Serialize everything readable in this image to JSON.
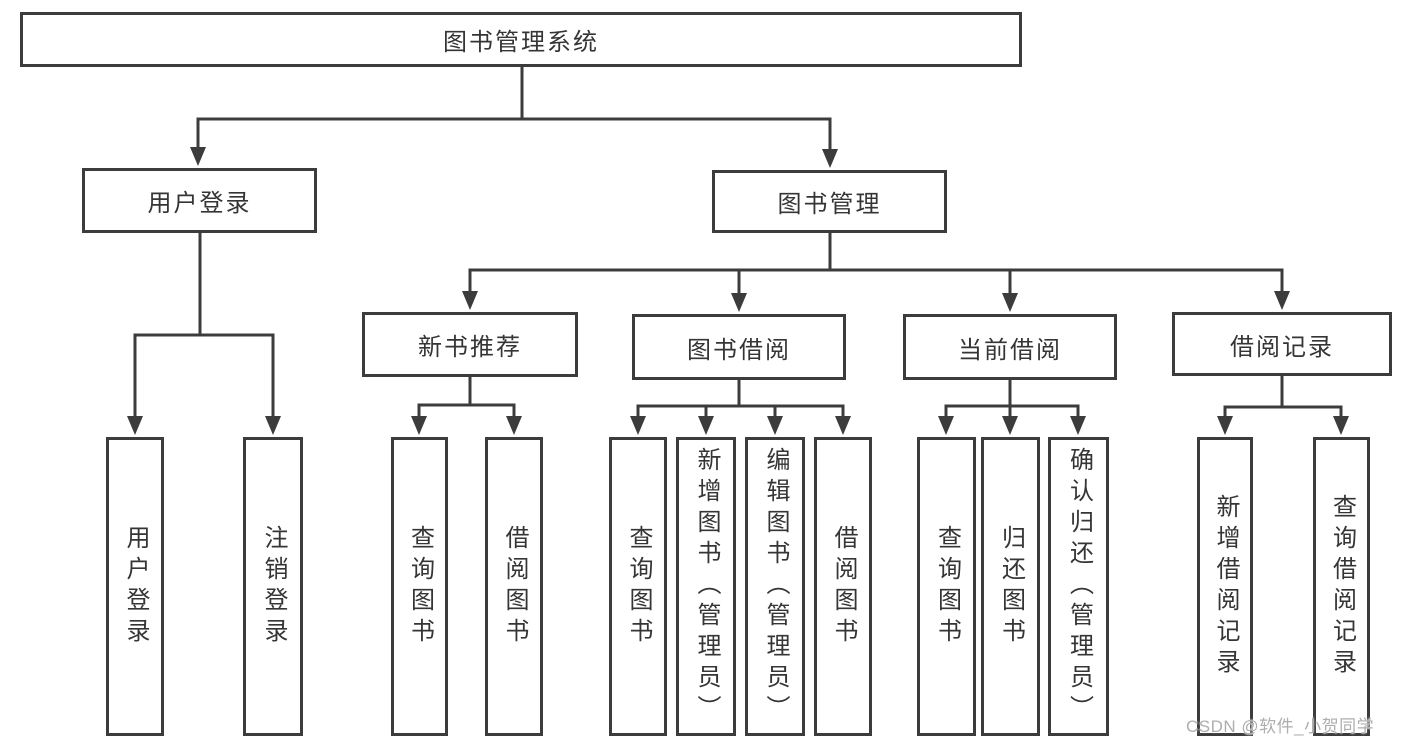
{
  "diagram": {
    "type": "hierarchy-tree",
    "title": "图书管理系统"
  },
  "nodes": {
    "root": {
      "label": "图书管理系统"
    },
    "user_login": {
      "label": "用户登录"
    },
    "book_mgmt": {
      "label": "图书管理"
    },
    "new_book_rec": {
      "label": "新书推荐"
    },
    "book_borrow": {
      "label": "图书借阅"
    },
    "current_borrow": {
      "label": "当前借阅"
    },
    "borrow_records": {
      "label": "借阅记录"
    },
    "leaf_user_login": {
      "label": "用户登录"
    },
    "leaf_logout": {
      "label": "注销登录"
    },
    "leaf_nb_query": {
      "label": "查询图书"
    },
    "leaf_nb_borrow": {
      "label": "借阅图书"
    },
    "leaf_bb_query": {
      "label": "查询图书"
    },
    "leaf_bb_add": {
      "label": "新增图书（管理员）"
    },
    "leaf_bb_edit": {
      "label": "编辑图书（管理员）"
    },
    "leaf_bb_borrow": {
      "label": "借阅图书"
    },
    "leaf_cb_query": {
      "label": "查询图书"
    },
    "leaf_cb_return": {
      "label": "归还图书"
    },
    "leaf_cb_confirm": {
      "label": "确认归还（管理员）"
    },
    "leaf_br_add": {
      "label": "新增借阅记录"
    },
    "leaf_br_query": {
      "label": "查询借阅记录"
    }
  },
  "structure": {
    "root": [
      "user_login",
      "book_mgmt"
    ],
    "user_login": [
      "leaf_user_login",
      "leaf_logout"
    ],
    "book_mgmt": [
      "new_book_rec",
      "book_borrow",
      "current_borrow",
      "borrow_records"
    ],
    "new_book_rec": [
      "leaf_nb_query",
      "leaf_nb_borrow"
    ],
    "book_borrow": [
      "leaf_bb_query",
      "leaf_bb_add",
      "leaf_bb_edit",
      "leaf_bb_borrow"
    ],
    "current_borrow": [
      "leaf_cb_query",
      "leaf_cb_return",
      "leaf_cb_confirm"
    ],
    "borrow_records": [
      "leaf_br_add",
      "leaf_br_query"
    ]
  },
  "watermark": {
    "text": "CSDN @软件_小贺同学"
  },
  "colors": {
    "line": "#3c3c3c",
    "text": "#353535",
    "node_background": "#ffffff",
    "page_background": "#ffffff",
    "watermark": "#aeaeae"
  }
}
